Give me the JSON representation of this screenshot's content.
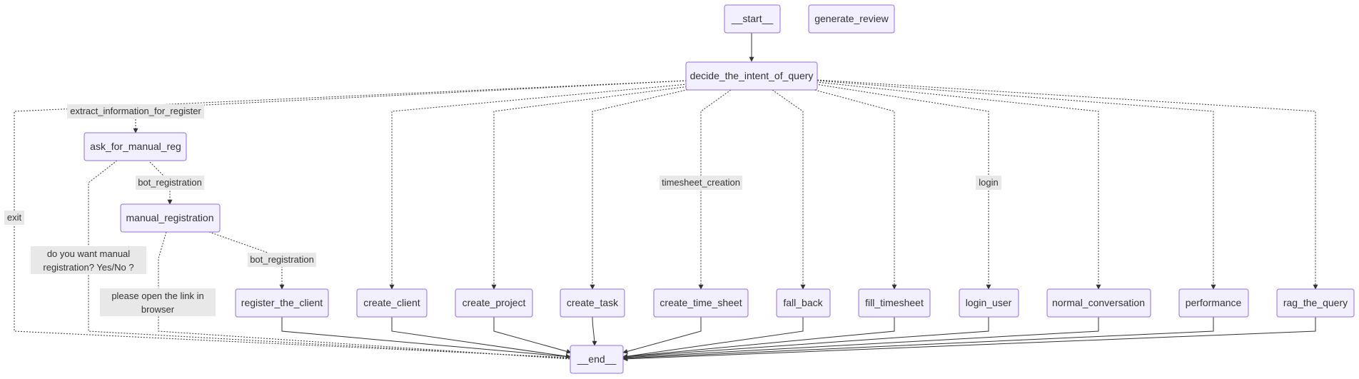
{
  "nodes": {
    "start": "__start__",
    "generate_review": "generate_review",
    "decide": "decide_the_intent_of_query",
    "ask_manual": "ask_for_manual_reg",
    "manual_registration": "manual_registration",
    "register_client": "register_the_client",
    "create_client": "create_client",
    "create_project": "create_project",
    "create_task": "create_task",
    "create_time_sheet": "create_time_sheet",
    "fall_back": "fall_back",
    "fill_timesheet": "fill_timesheet",
    "login_user": "login_user",
    "normal_conversation": "normal_conversation",
    "performance": "performance",
    "rag_query": "rag_the_query",
    "end": "__end__"
  },
  "edge_labels": {
    "extract": "extract_information_for_register",
    "bot_registration_1": "bot_registration",
    "bot_registration_2": "bot_registration",
    "exit": "exit",
    "manual_prompt_line1": "do you want manual",
    "manual_prompt_line2": "registration? Yes/No ?",
    "open_link_line1": "please open the link in",
    "open_link_line2": "browser",
    "timesheet_creation": "timesheet_creation",
    "login": "login"
  },
  "colors": {
    "node_fill": "#f2f0ff",
    "node_stroke": "#9370db",
    "edge": "#333333",
    "label_bg": "#e8e8e8"
  }
}
